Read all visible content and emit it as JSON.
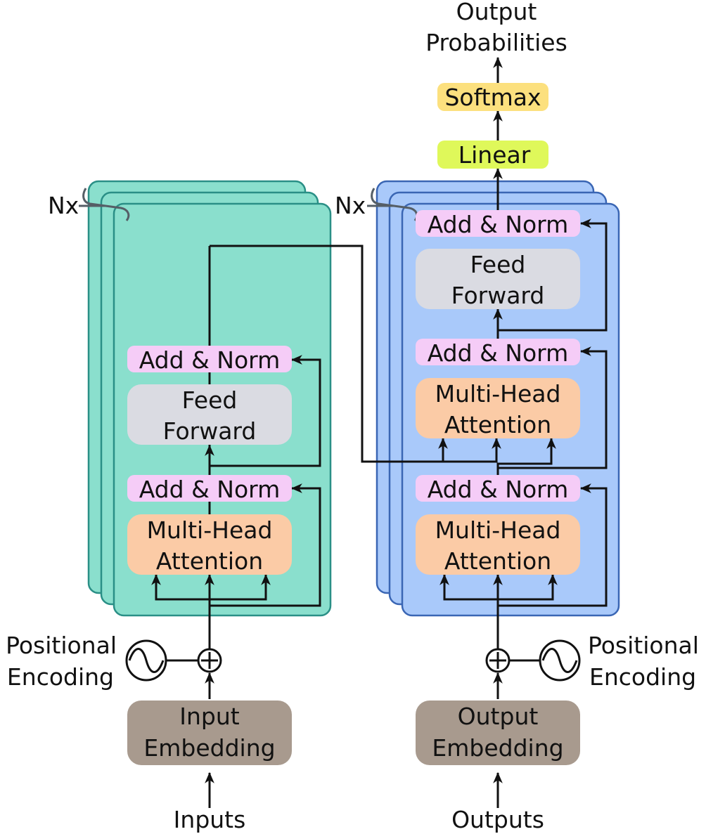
{
  "labels": {
    "output_probabilities_line1": "Output",
    "output_probabilities_line2": "Probabilities",
    "softmax": "Softmax",
    "linear": "Linear",
    "encoder_nx": "Nx",
    "decoder_nx": "Nx",
    "encoder_positional_line1": "Positional",
    "encoder_positional_line2": "Encoding",
    "decoder_positional_line1": "Positional",
    "decoder_positional_line2": "Encoding",
    "inputs": "Inputs",
    "outputs": "Outputs"
  },
  "encoder": {
    "add_norm_top": "Add & Norm",
    "feed_forward_line1": "Feed",
    "feed_forward_line2": "Forward",
    "add_norm_bottom": "Add & Norm",
    "attention_line1": "Multi-Head",
    "attention_line2": "Attention",
    "embedding_line1": "Input",
    "embedding_line2": "Embedding"
  },
  "decoder": {
    "add_norm_top": "Add & Norm",
    "feed_forward_line1": "Feed",
    "feed_forward_line2": "Forward",
    "add_norm_middle": "Add & Norm",
    "cross_attention_line1": "Multi-Head",
    "cross_attention_line2": "Attention",
    "add_norm_bottom": "Add & Norm",
    "self_attention_line1": "Multi-Head",
    "self_attention_line2": "Attention",
    "embedding_line1": "Output",
    "embedding_line2": "Embedding"
  },
  "colors": {
    "encoder_stack": "#8ADFCD",
    "encoder_stack_border": "#2A8F86",
    "decoder_stack": "#A9C9FA",
    "decoder_stack_border": "#3A66B4",
    "add_norm": "#F5CCF7",
    "feed_forward": "#DADBE2",
    "attention": "#FBCBA6",
    "embedding": "#A89A8E",
    "softmax": "#FCE07E",
    "linear": "#DFF85A"
  }
}
